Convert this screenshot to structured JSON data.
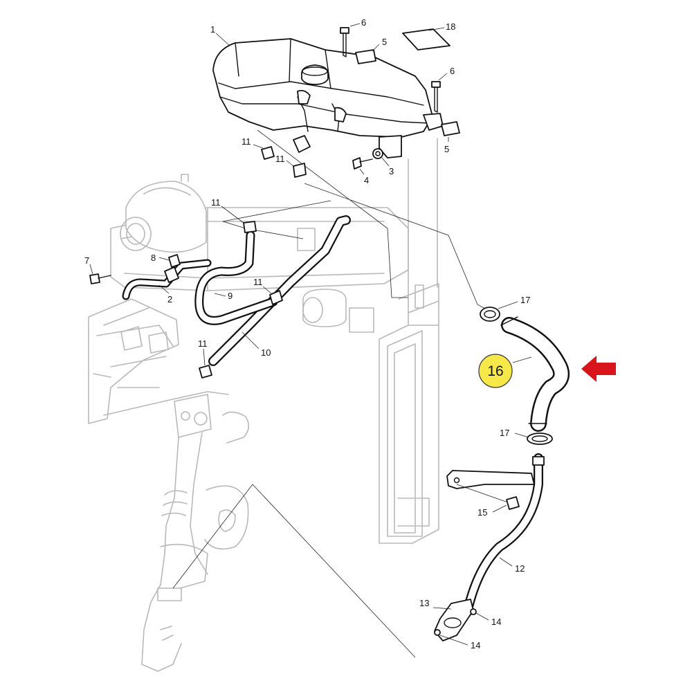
{
  "diagram": {
    "highlight_fill": "#f7e84a",
    "arrow_color": "#d9151c",
    "highlighted_part": "16",
    "part_labels": [
      {
        "id": "1",
        "text": "1"
      },
      {
        "id": "6a",
        "text": "6"
      },
      {
        "id": "18",
        "text": "18"
      },
      {
        "id": "5a",
        "text": "5"
      },
      {
        "id": "6b",
        "text": "6"
      },
      {
        "id": "5b",
        "text": "5"
      },
      {
        "id": "11a",
        "text": "11"
      },
      {
        "id": "11b",
        "text": "11"
      },
      {
        "id": "3",
        "text": "3"
      },
      {
        "id": "4",
        "text": "4"
      },
      {
        "id": "11c",
        "text": "11"
      },
      {
        "id": "7",
        "text": "7"
      },
      {
        "id": "8",
        "text": "8"
      },
      {
        "id": "2",
        "text": "2"
      },
      {
        "id": "9",
        "text": "9"
      },
      {
        "id": "11d",
        "text": "11"
      },
      {
        "id": "10",
        "text": "10"
      },
      {
        "id": "11e",
        "text": "11"
      },
      {
        "id": "17a",
        "text": "17"
      },
      {
        "id": "17b",
        "text": "17"
      },
      {
        "id": "15",
        "text": "15"
      },
      {
        "id": "12",
        "text": "12"
      },
      {
        "id": "13",
        "text": "13"
      },
      {
        "id": "14a",
        "text": "14"
      },
      {
        "id": "14b",
        "text": "14"
      }
    ]
  }
}
